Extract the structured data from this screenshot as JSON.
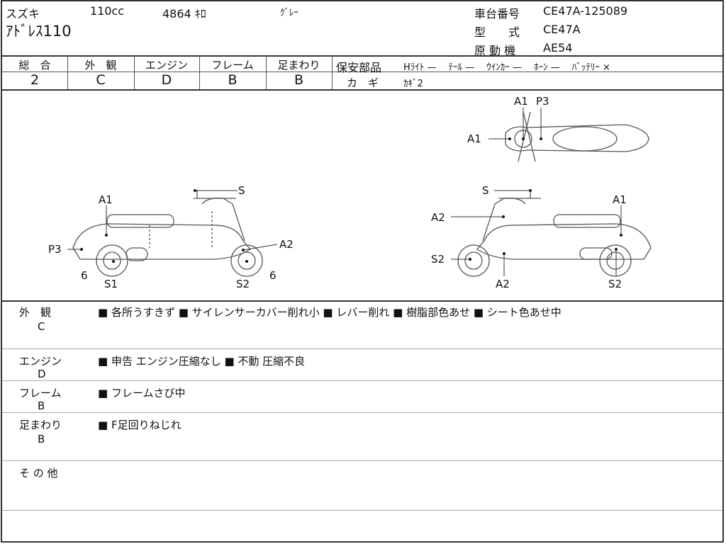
{
  "header": {
    "maker": "スズキ",
    "displacement": "110cc",
    "mileage": "4864 ｷﾛ",
    "color": "ｸﾞﾚｰ",
    "model_name": "ｱﾄﾞﾚｽ110",
    "chassis_label": "車台番号",
    "chassis_value": "CE47A-125089",
    "type_label": "型　　式",
    "type_value": "CE47A",
    "engine_label": "原 動 機",
    "engine_value": "AE54"
  },
  "grades": [
    {
      "label": "総　合",
      "value": "2"
    },
    {
      "label": "外　観",
      "value": "C"
    },
    {
      "label": "エンジン",
      "value": "D"
    },
    {
      "label": "フレーム",
      "value": "B"
    },
    {
      "label": "足まわり",
      "value": "B"
    }
  ],
  "safety": {
    "label": "保安部品",
    "items": "Hﾗｲﾄ —　 ﾃｰﾙ —　 ｳｲﾝｶｰ —　 ﾎｰﾝ —　 ﾊﾞｯﾃﾘｰ ×",
    "key_label": "カ　ギ",
    "key_value": "ｶｷﾞ2"
  },
  "diagram": {
    "left": [
      "A1",
      "P3",
      "6",
      "S1",
      "S",
      "A2",
      "6",
      "S2"
    ],
    "right": [
      "S",
      "A2",
      "S2",
      "A2",
      "A1",
      "S2"
    ],
    "top": [
      "A1",
      "P3",
      "A1"
    ]
  },
  "sections": [
    {
      "label": "外　観",
      "grade": "C",
      "text": "■ 各所うすきず ■ サイレンサーカバー削れ小 ■ レバー削れ ■ 樹脂部色あせ ■ シート色あせ中"
    },
    {
      "label": "エンジン",
      "grade": "D",
      "text": "■ 申告 エンジン圧縮なし ■ 不動 圧縮不良"
    },
    {
      "label": "フレーム",
      "grade": "B",
      "text": "■ フレームさび中"
    },
    {
      "label": "足まわり",
      "grade": "B",
      "text": "■ F足回りねじれ"
    },
    {
      "label": "そ の 他",
      "grade": "",
      "text": ""
    }
  ]
}
